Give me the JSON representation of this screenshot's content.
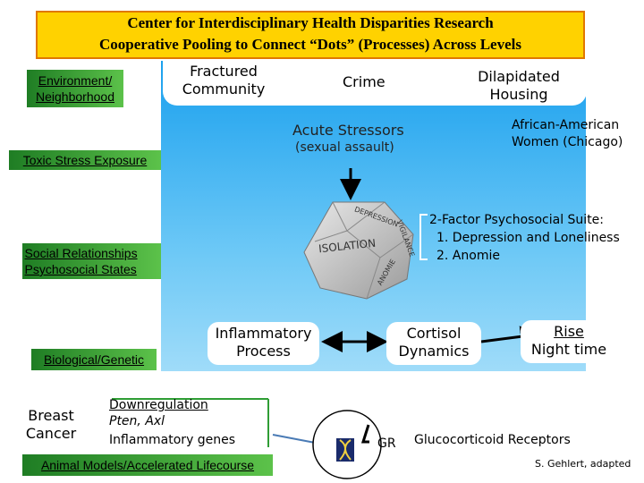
{
  "header": {
    "title_line1": "Center for Interdisciplinary Health Disparities Research",
    "title_line2": "Cooperative Pooling to Connect “Dots” (Processes) Across Levels"
  },
  "levels": {
    "environment": "Environment/ Neighborhood",
    "toxic_stress": "Toxic Stress Exposure",
    "social": "Social Relationships Psychosocial States",
    "biological": "Biological/Genetic",
    "animal": "Animal Models/Accelerated Lifecourse"
  },
  "top_row": {
    "fractured": "Fractured Community",
    "crime": "Crime",
    "dilapidated": "Dilapidated Housing"
  },
  "stressors": {
    "acute": "Acute Stressors",
    "sexual_assault": "(sexual assault)",
    "population": "African-American Women (Chicago)"
  },
  "polyhedron": {
    "faces": [
      "ISOLATION",
      "DEPRESSION",
      "VIGILANCE",
      "ANOMIE"
    ]
  },
  "suite": {
    "heading": "2-Factor Psychosocial Suite:",
    "item1": "1. Depression and Loneliness",
    "item2": "2. Anomie"
  },
  "processes": {
    "inflammatory": "Inflammatory Process",
    "cortisol": "Cortisol Dynamics",
    "rise": "Rise",
    "night": "Night time"
  },
  "bottom": {
    "breast_cancer": "Breast Cancer",
    "downregulation": "Downregulation",
    "genes": "Pten, Axl",
    "inflammatory_genes": "Inflammatory genes",
    "gr": "GR",
    "glucocorticoid": "Glucocorticoid Receptors",
    "credit": "S. Gehlert, adapted"
  },
  "colors": {
    "title_fill": "#ffd200",
    "title_border": "#e07800",
    "green": "#2f9d35",
    "blue_panel": "#1aa0ee",
    "arrow": "#000000",
    "connector": "#4a7bb5"
  }
}
